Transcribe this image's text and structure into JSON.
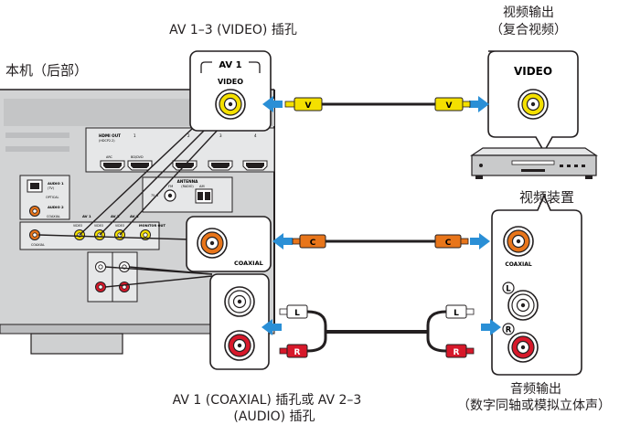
{
  "labels": {
    "unit_rear": "本机（后部）",
    "av_video_jack": "AV 1–3 (VIDEO) 插孔",
    "video_out_line1": "视频输出",
    "video_out_line2": "（复合视频）",
    "video_device": "视频装置",
    "audio_jack_line1": "AV 1 (COAXIAL) 插孔或 AV 2–3",
    "audio_jack_line2": "(AUDIO) 插孔",
    "audio_out_line1": "音频输出",
    "audio_out_line2": "（数字同轴或模拟立体声）"
  },
  "zoom_panels": {
    "av1_title": "AV 1",
    "av1_video": "VIDEO",
    "coaxial": "COAXIAL",
    "device_video": "VIDEO",
    "device_coaxial": "COAXIAL",
    "left_mark": "L",
    "right_mark": "R"
  },
  "cable_tags": {
    "video": "V",
    "coaxial": "C",
    "left": "L",
    "right": "R"
  },
  "rear_panel": {
    "hdmi_out": "HDMI OUT",
    "hdmi_out_sub": "(HDCP2.2)",
    "hdmi_arc": "ARC",
    "hdmi_1": "1",
    "hdmi_bd": "BD/DVD",
    "hdmi_2": "2",
    "hdmi_3": "3",
    "hdmi_4": "4",
    "antenna": "ANTENNA",
    "antenna_radio": "(RADIO)",
    "fm": "FM",
    "am": "AM",
    "fm_ohm": "75 Ω",
    "audio1": "AUDIO 1",
    "audio1_tv": "(TV)",
    "optical": "OPTICAL",
    "audio2": "AUDIO 2",
    "coaxial_small": "COAXIAL",
    "av1": "AV 1",
    "av2": "AV 2",
    "av3": "AV 3",
    "video_small": "VIDEO",
    "monitor_out": "MONITOR OUT"
  },
  "colors": {
    "arrow_blue": "#2a8fd6",
    "video_yellow": "#f4e000",
    "coax_orange": "#e8751a",
    "audio_red": "#d7182a",
    "panel_gray": "#d2d3d4",
    "device_gray": "#c9cacb"
  }
}
